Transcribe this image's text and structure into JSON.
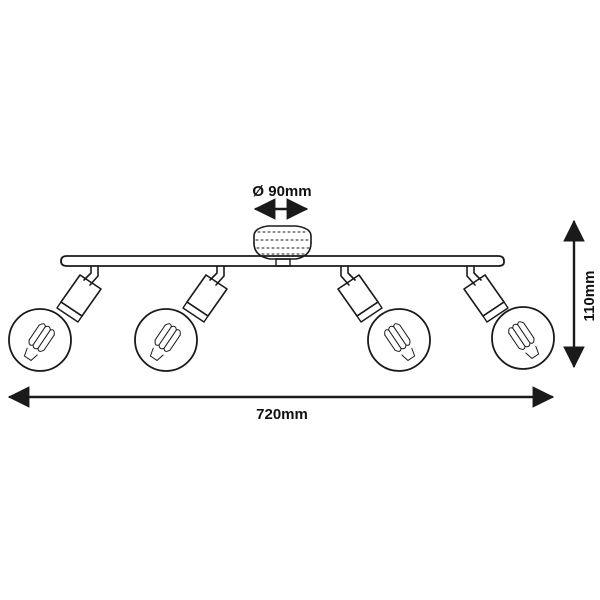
{
  "dimensions": {
    "diameter_label": "Ø 90mm",
    "length_label": "720mm",
    "height_label": "110mm"
  },
  "product": {
    "spot_count": 4
  },
  "colors": {
    "line": "#1a1a1a",
    "background": "#ffffff"
  }
}
